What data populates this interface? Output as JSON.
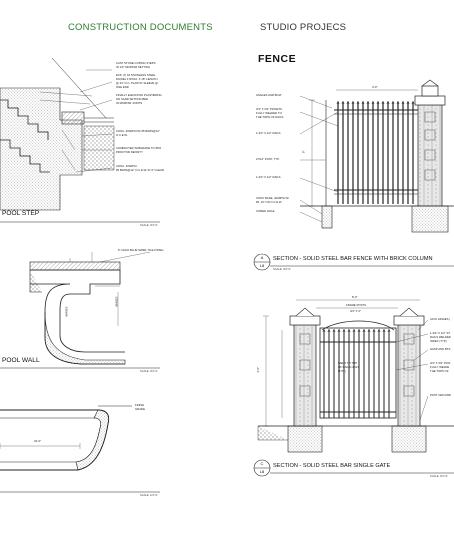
{
  "header": {
    "left_title": "CONSTRUCTION DOCUMENTS",
    "right_title": "STUDIO PROJECS",
    "colors": {
      "left_title": "#2f7d32",
      "right_title": "#333333"
    }
  },
  "fence_title": "FENCE",
  "left_sheet": {
    "pool_step": {
      "label": "POOL STEP",
      "scale": "SCALE: 3/4\"=1'",
      "notes": [
        "CAST STONE COPING STEPS",
        "IN 1/4\" MORTAR SETTING",
        "EXP. (7) 18 STAINLESS STEEL",
        "DOWEL 1\"Ø DIA. X 18\" LENGTH",
        "@ 24\" O.C. PLASTIC SLEEVE @",
        "ONE END",
        "FINALLY ELEVATION PLASTERING",
        "ON SAND SETTING BED",
        "IN MORTAR JOINTS",
        "CONC. 4000PSI W/ #5 BARS@12\"",
        "O.C.E.W.",
        "COMPACTED SUBGRADE TO 95%",
        "PROCTOR DENSITY",
        "CONC. 4000PSI",
        "#5 BARS@12\" O.C.E.W. IN 3\" CLEAR"
      ]
    },
    "pool_wall": {
      "label": "POOL WALL",
      "scale": "SCALE: 3/4\"=1'",
      "notes": [
        "6\" GOLD BLUE SWIRL TILE FINISH",
        "VARIES",
        "VARIES"
      ]
    },
    "pool_section": {
      "scale": "SCALE: 1/4\"=1'",
      "notes": [
        "FINISH",
        "GRADE",
        "34'-0\""
      ]
    }
  },
  "right_sheet": {
    "section_a": {
      "tag_letter": "A",
      "tag_sheet": "L8",
      "label": "SECTION - SOLID STEEL BAR FENCE WITH BRICK COLUMN",
      "scale": "SCALE: 3/4\"=1'",
      "notes": [
        "ANGLES AND BOLT",
        "3/4\" X 3/4\" PICKETS",
        "FULLY WELDED TO",
        "THE TOPS OF RAILS",
        "1-3/4\" X 1/2\" RAILS",
        "2'X12\" POST, TYP.",
        "1-3/4\" X 1/2\" RAILS",
        "CONC BASE, 4000PSI W/",
        "#5, 10\" ON O.C.E.W",
        "CORED HOLE",
        "4'-0\"",
        "8\""
      ]
    },
    "section_c": {
      "tag_letter": "C",
      "tag_sheet": "L8",
      "label": "SECTION - SOLID STEEL BAR SINGLE GATE",
      "scale": "SCALE: 3/4\"=1'",
      "notes": [
        "FRAME POSTS",
        "3/4\" X 3\"",
        "WELD TO TOP",
        "OF RAILS ONLY",
        "(TYP.)",
        "AJ/IO HINGES (",
        "1-3/4\" X 1/2\" ST.",
        "RAILS WELDED",
        "INDEX (TYP.)",
        "HASP AND BTS",
        "3/4\" X 3/4\" PICK",
        "FULLY WELDE",
        "THE TOPS OF",
        "POST GROUND",
        "8'-0\"",
        "3'-6\""
      ]
    }
  }
}
